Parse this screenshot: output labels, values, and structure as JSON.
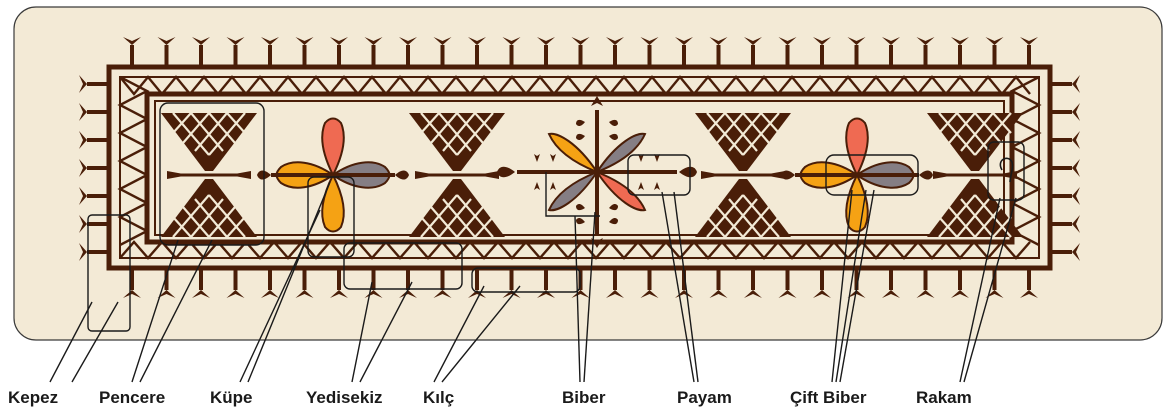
{
  "colors": {
    "background_card": "#f3ead6",
    "ink_brown": "#4a1e08",
    "callout_line": "#1a1a1a",
    "petal_orange": "#f5a214",
    "petal_red": "#ef6a52",
    "petal_grey": "#857e84"
  },
  "motifs": [
    {
      "id": "kepez",
      "label": "Kepez",
      "icon": "border-tassel-icon"
    },
    {
      "id": "pencere",
      "label": "Pencere",
      "icon": "hourglass-window-icon"
    },
    {
      "id": "kupe",
      "label": "Küpe",
      "icon": "earring-icon"
    },
    {
      "id": "yedisekiz",
      "label": "Yedisekiz",
      "icon": "zigzag-band-icon"
    },
    {
      "id": "kilc",
      "label": "Kılç",
      "icon": "sword-band-icon"
    },
    {
      "id": "biber",
      "label": "Biber",
      "icon": "pepper-flower-icon"
    },
    {
      "id": "payam",
      "label": "Payam",
      "icon": "almond-branch-icon"
    },
    {
      "id": "cift-biber",
      "label": "Çift Biber",
      "icon": "double-pepper-icon"
    },
    {
      "id": "rakam",
      "label": "Rakam",
      "icon": "numeral-icon"
    }
  ]
}
